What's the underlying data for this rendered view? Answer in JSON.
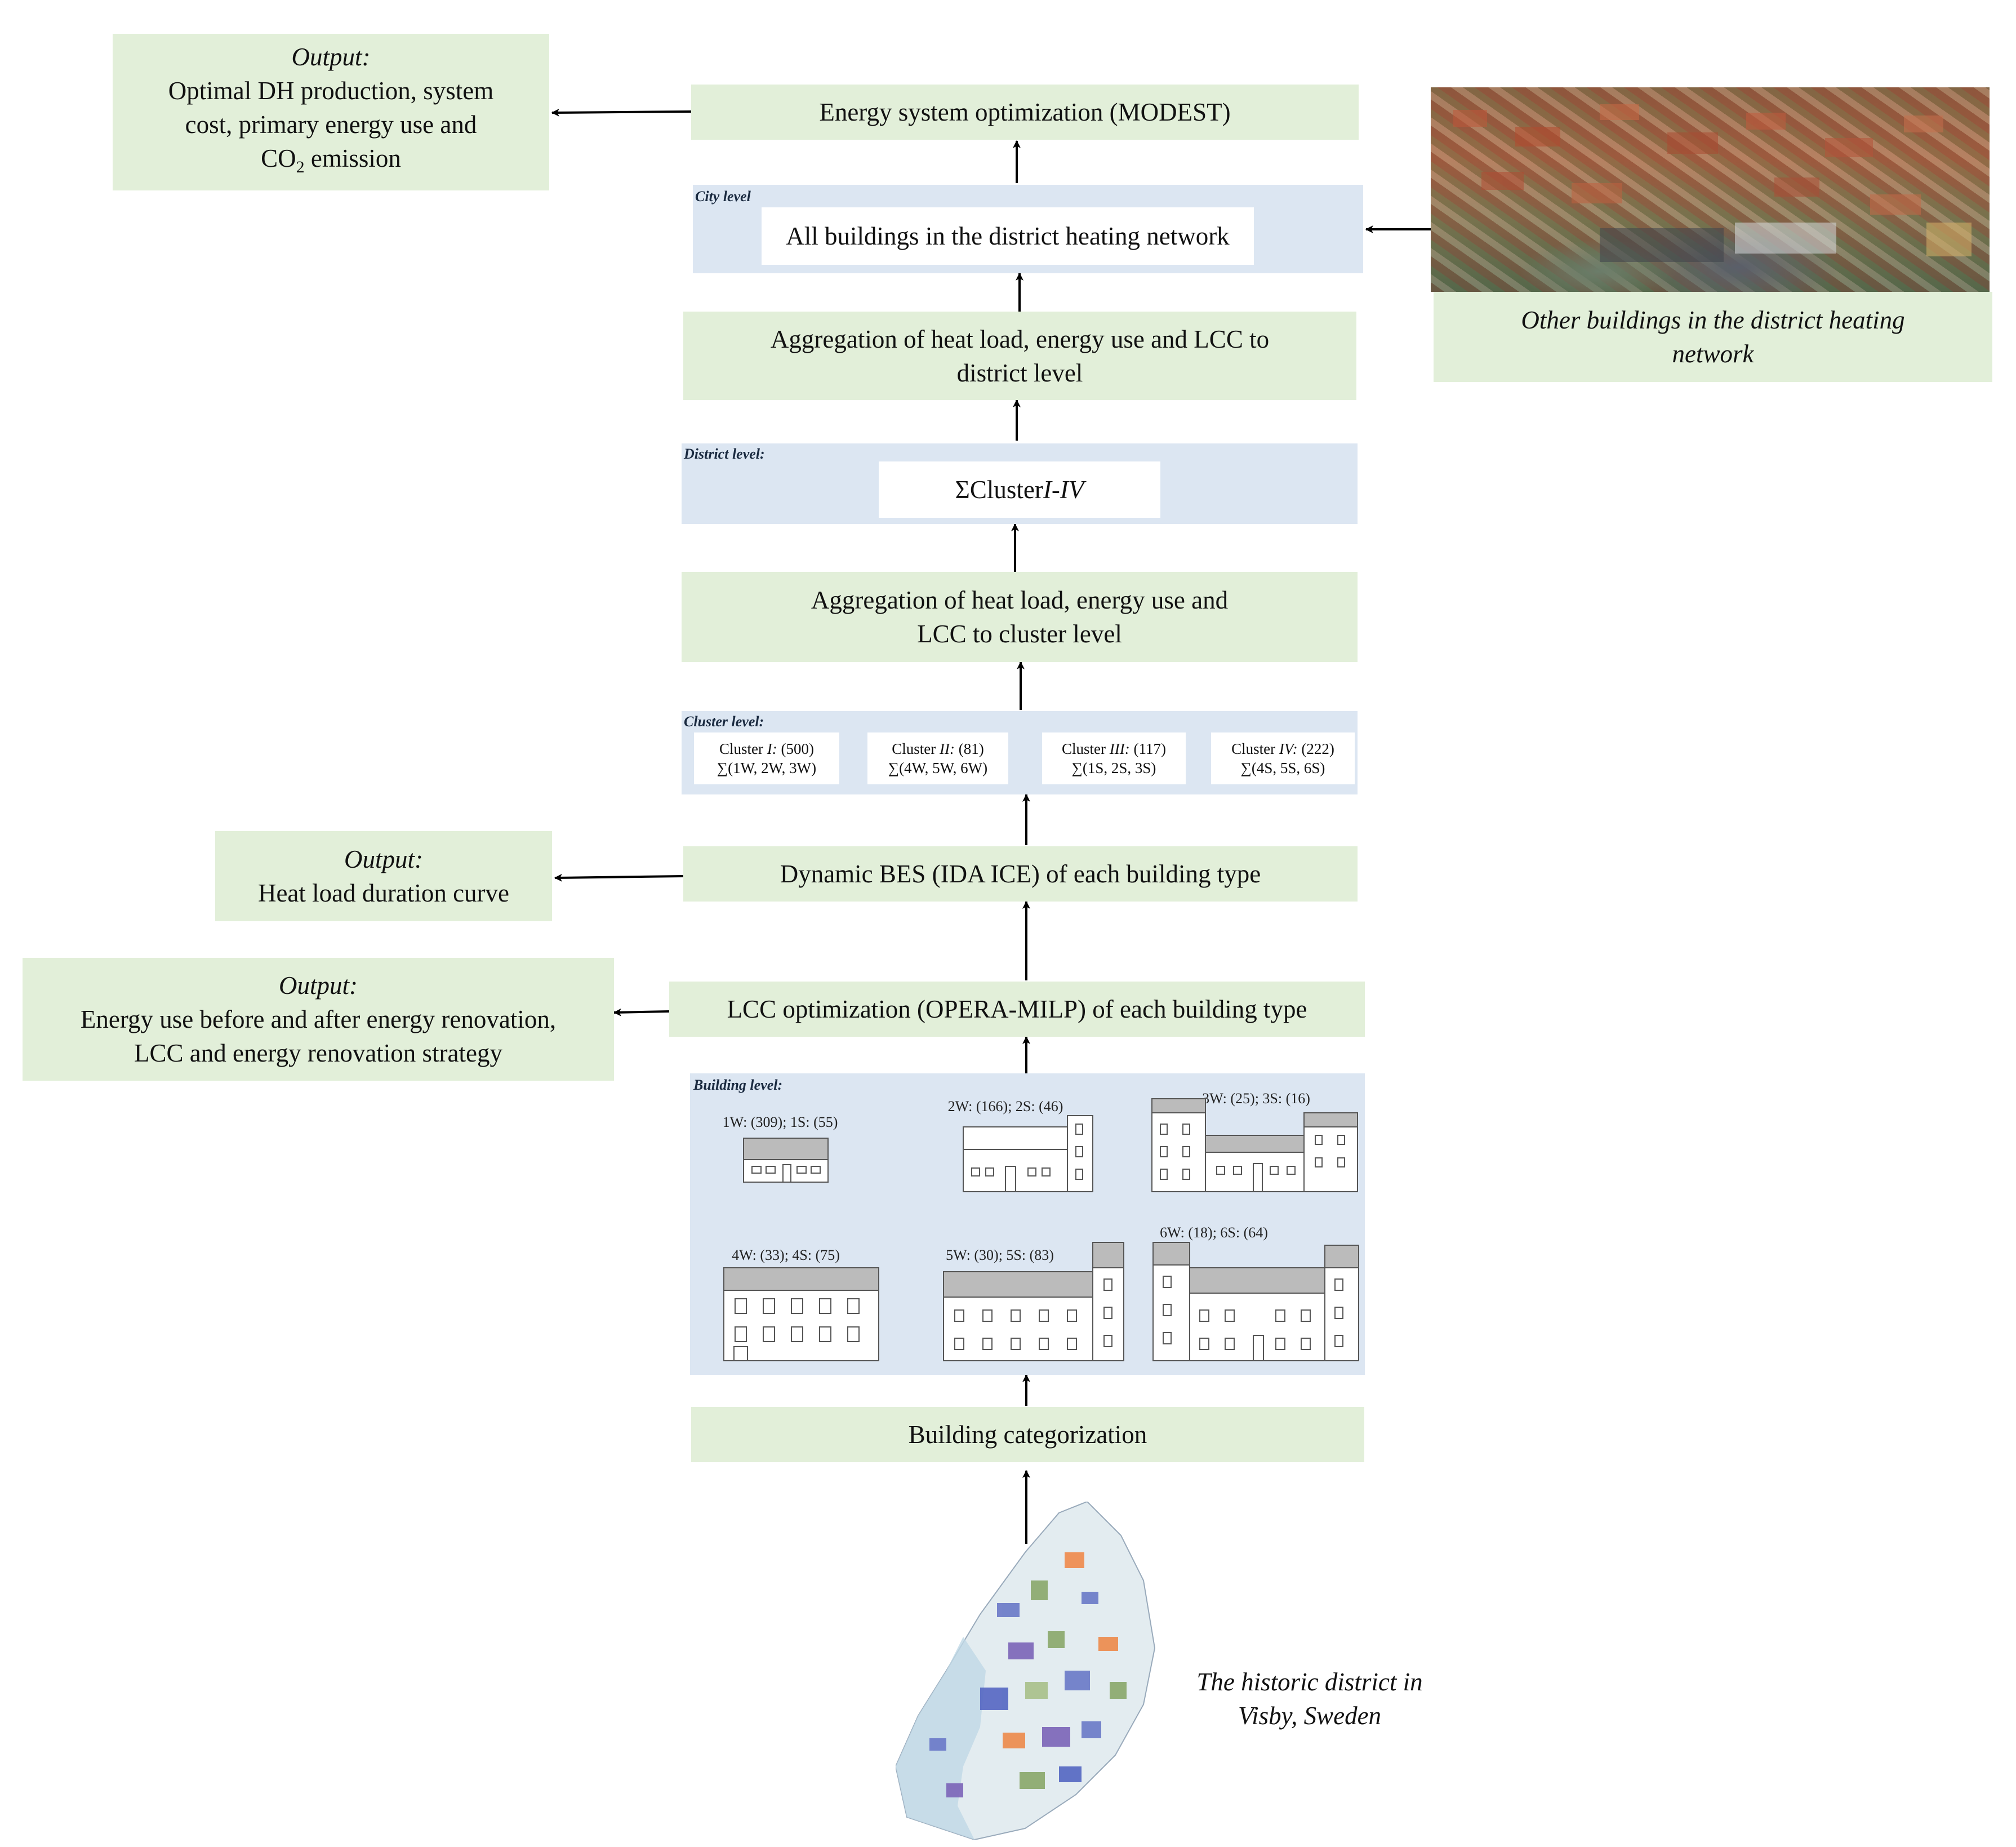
{
  "top": {
    "output_label": "Output:",
    "output_text_1": "Optimal DH production, system",
    "output_text_2": "cost, primary energy use and",
    "output_text_3_pre": "CO",
    "output_text_3_sub": "2",
    "output_text_3_post": " emission",
    "modest": "Energy system optimization (MODEST)"
  },
  "city": {
    "level_label": "City level",
    "box": "All buildings in the district heating network",
    "photo_caption_1": "Other buildings in the district heating",
    "photo_caption_2": "network"
  },
  "agg_district": {
    "line1": "Aggregation of heat load, energy use and LCC to",
    "line2": "district level"
  },
  "district": {
    "level_label": "District level:",
    "sum_symbol": "Σ",
    "sum_word": "Cluster ",
    "sum_range": "I-IV"
  },
  "agg_cluster": {
    "line1": "Aggregation of heat load, energy use and",
    "line2": "LCC to cluster level"
  },
  "cluster": {
    "level_label": "Cluster level:",
    "items": [
      {
        "head": "Cluster ",
        "roman": "I:",
        "count": " (500)",
        "sum": "∑(1W, 2W, 3W)"
      },
      {
        "head": "Cluster ",
        "roman": "II:",
        "count": " (81)",
        "sum": "∑(4W, 5W, 6W)"
      },
      {
        "head": "Cluster ",
        "roman": "III:",
        "count": " (117)",
        "sum": "∑(1S, 2S, 3S)"
      },
      {
        "head": "Cluster ",
        "roman": "IV:",
        "count": " (222)",
        "sum": "∑(4S, 5S, 6S)"
      }
    ]
  },
  "bes": {
    "box": "Dynamic BES (IDA ICE) of each building type",
    "output_label": "Output:",
    "output_text": "Heat load duration curve"
  },
  "lcc": {
    "box": "LCC optimization (OPERA-MILP) of each building type",
    "output_label": "Output:",
    "output_text_1": "Energy use before and after energy renovation,",
    "output_text_2": "LCC and energy renovation strategy"
  },
  "building": {
    "level_label": "Building level:",
    "types": [
      "1W: (309); 1S: (55)",
      "2W: (166); 2S: (46)",
      "3W: (25); 3S: (16)",
      "4W: (33); 4S: (75)",
      "5W: (30); 5S: (83)",
      "6W: (18); 6S: (64)"
    ]
  },
  "categorization": {
    "box": "Building categorization"
  },
  "map": {
    "caption_1": "The historic district in",
    "caption_2": "Visby, Sweden"
  },
  "colors": {
    "green_box": "#e2efd9",
    "blue_panel": "#dce6f2",
    "arrow": "#000000"
  }
}
